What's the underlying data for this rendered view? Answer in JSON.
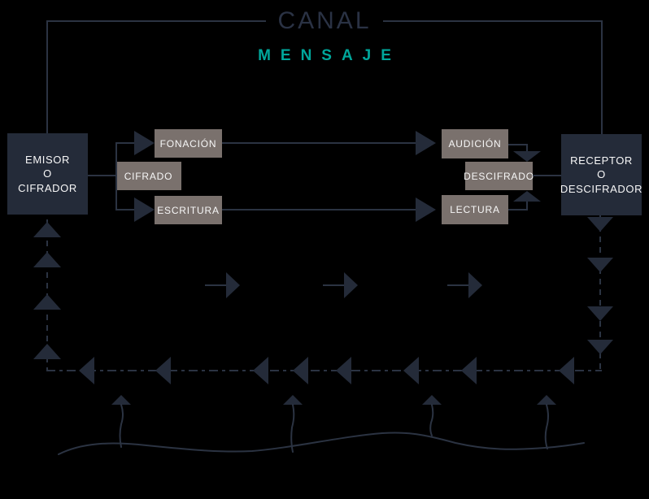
{
  "title": {
    "canal": "CANAL",
    "mensaje": "MENSAJE"
  },
  "colors": {
    "background": "#000000",
    "line": "#2B3342",
    "dark_box": "#242B39",
    "taupe_box": "#7A716D",
    "teal_accent": "#00A79B",
    "box_text": "#F7F7F7"
  },
  "nodes": {
    "emisor": {
      "line1": "EMISOR",
      "line2": "O",
      "line3": "CIFRADOR"
    },
    "receptor": {
      "line1": "RECEPTOR",
      "line2": "O",
      "line3": "DESCIFRADOR"
    },
    "cifrado": {
      "label": "CIFRADO"
    },
    "fonacion": {
      "label": "FONACIÓN"
    },
    "escritura": {
      "label": "ESCRITURA"
    },
    "audicion": {
      "label": "AUDICIÓN"
    },
    "descifrado": {
      "label": "DESCIFRADO"
    },
    "lectura": {
      "label": "LECTURA"
    }
  }
}
